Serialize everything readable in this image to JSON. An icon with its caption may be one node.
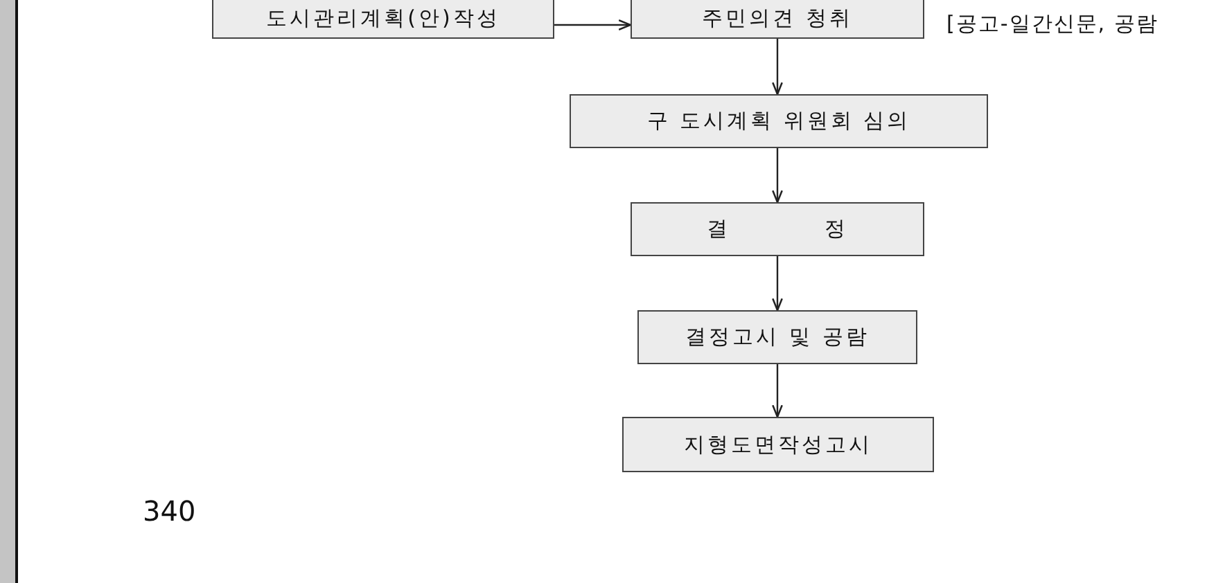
{
  "diagram": {
    "nodes": [
      {
        "text": [
          "도시관리계획(안)작성"
        ]
      },
      {
        "text": [
          "주민의견 청취"
        ],
        "beside": [
          "[공고-일간신문, 공람"
        ]
      },
      {
        "text": [
          "구 도시계획 위원회 심의"
        ]
      },
      {
        "text": [
          "결          정"
        ]
      },
      {
        "text": [
          "결정고시 및 공람"
        ]
      },
      {
        "text": [
          "지형도면작성고시"
        ]
      }
    ],
    "edges": [
      {
        "from": 0,
        "to": 1,
        "arrow": "to"
      },
      {
        "from": 1,
        "to": 2,
        "arrow": "to"
      },
      {
        "from": 2,
        "to": 3,
        "arrow": "to"
      },
      {
        "from": 3,
        "to": 4,
        "arrow": "to"
      },
      {
        "from": 4,
        "to": 5,
        "arrow": "to"
      }
    ],
    "labels": [
      "340"
    ]
  }
}
